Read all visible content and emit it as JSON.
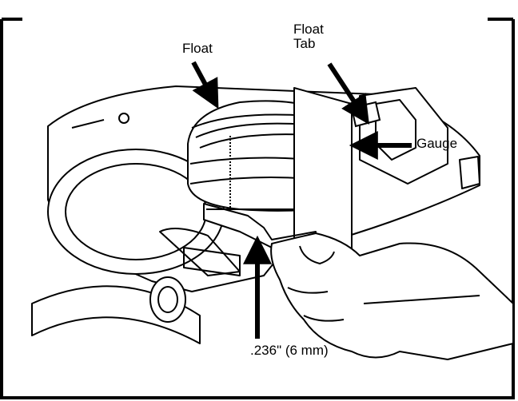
{
  "labels": {
    "float": "Float",
    "float_tab": "Float\nTab",
    "gauge": "Gauge",
    "measurement": ".236\" (6 mm)"
  },
  "colors": {
    "ink": "#000000",
    "paper": "#ffffff"
  }
}
